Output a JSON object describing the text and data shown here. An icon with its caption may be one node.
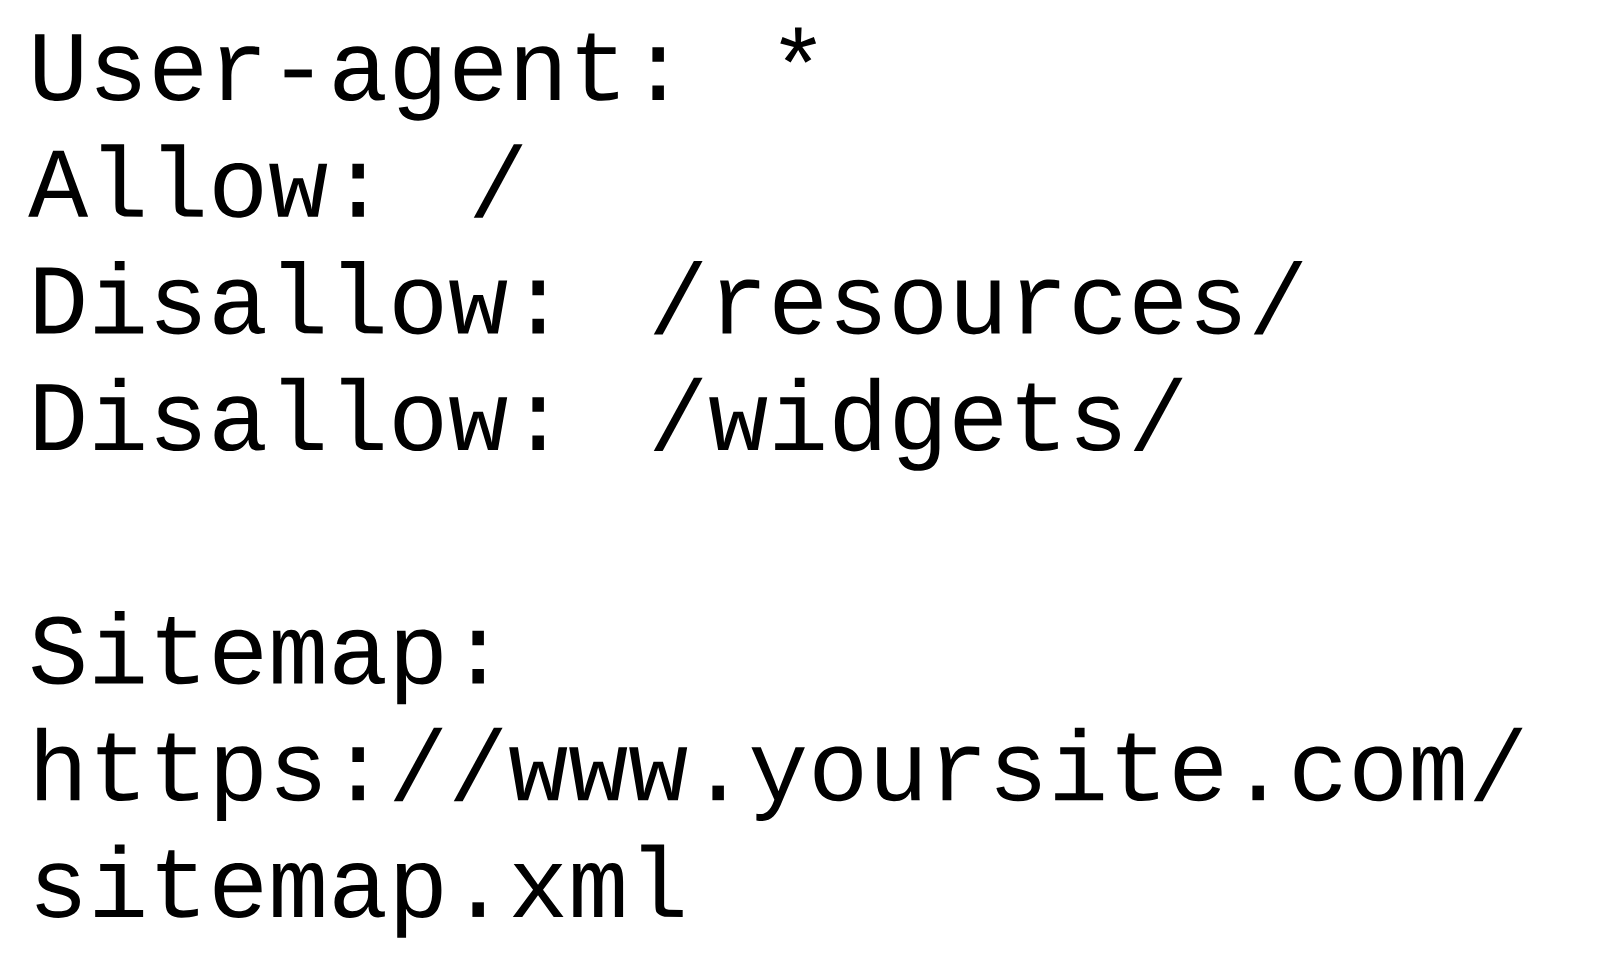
{
  "diagram": {
    "labels": [
      "User-agent: *",
      "Allow: /",
      "Disallow: /resources/",
      "Disallow: /widgets/",
      "Sitemap:",
      "https://www.yoursite.com/",
      "sitemap.xml"
    ]
  }
}
